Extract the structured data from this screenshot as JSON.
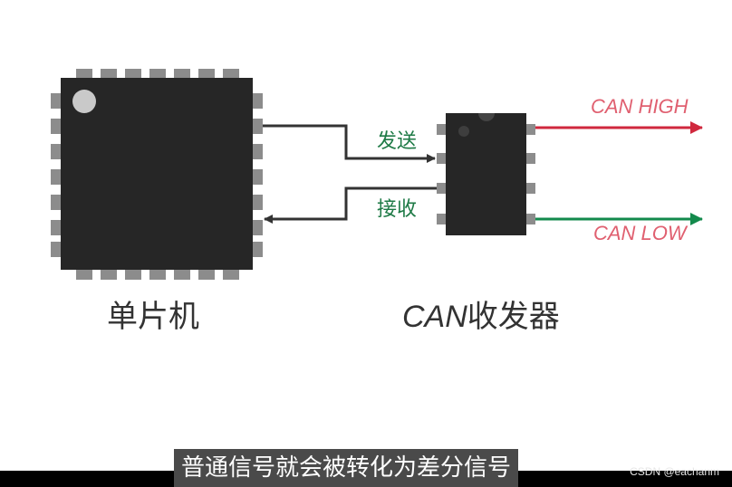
{
  "diagram": {
    "mcu_label": "单片机",
    "transceiver_label_prefix": "CAN",
    "transceiver_label_suffix": "收发器",
    "send_label": "发送",
    "receive_label": "接收",
    "can_high_label": "CAN HIGH",
    "can_low_label": "CAN LOW"
  },
  "subtitle": "普通信号就会被转化为差分信号",
  "watermark": "CSDN @eachanm",
  "colors": {
    "chip_body": "#262626",
    "chip_pin": "#8c8c8c",
    "wire": "#333333",
    "can_high_line": "#d0283e",
    "can_low_line": "#138a4c",
    "signal_text": "#1e7a46",
    "bus_text": "#e06070"
  }
}
